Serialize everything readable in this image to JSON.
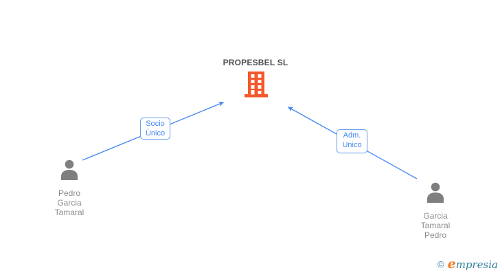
{
  "diagram": {
    "company": {
      "name": "PROPESBEL SL",
      "icon": "building-icon"
    },
    "persons": [
      {
        "id": "person-left",
        "lines": [
          "Pedro",
          "Garcia",
          "Tamaral"
        ],
        "full_name": "Pedro Garcia Tamaral"
      },
      {
        "id": "person-right",
        "lines": [
          "Garcia",
          "Tamaral",
          "Pedro"
        ],
        "full_name": "Garcia Tamaral Pedro"
      }
    ],
    "relations": [
      {
        "from": "Pedro Garcia Tamaral",
        "to": "PROPESBEL SL",
        "label_lines": [
          "Socio",
          "Único"
        ],
        "label": "Socio Único"
      },
      {
        "from": "Garcia Tamaral Pedro",
        "to": "PROPESBEL SL",
        "label_lines": [
          "Adm.",
          "Unico"
        ],
        "label": "Adm. Unico"
      }
    ]
  },
  "watermark": {
    "copyright_symbol": "©",
    "brand_initial": "e",
    "brand_rest": "mpresia",
    "brand": "empresia"
  },
  "colors": {
    "building_orange": "#f4582b",
    "arrow_blue": "#4285f4",
    "label_border_blue": "#6ea3ea",
    "label_text_blue": "#4285f4",
    "title_gray": "#4f4f4f",
    "person_gray": "#7f7f7f",
    "name_text_gray": "#8c8c8c",
    "logo_teal": "#2f7f9d",
    "logo_orange": "#ef7d24"
  }
}
